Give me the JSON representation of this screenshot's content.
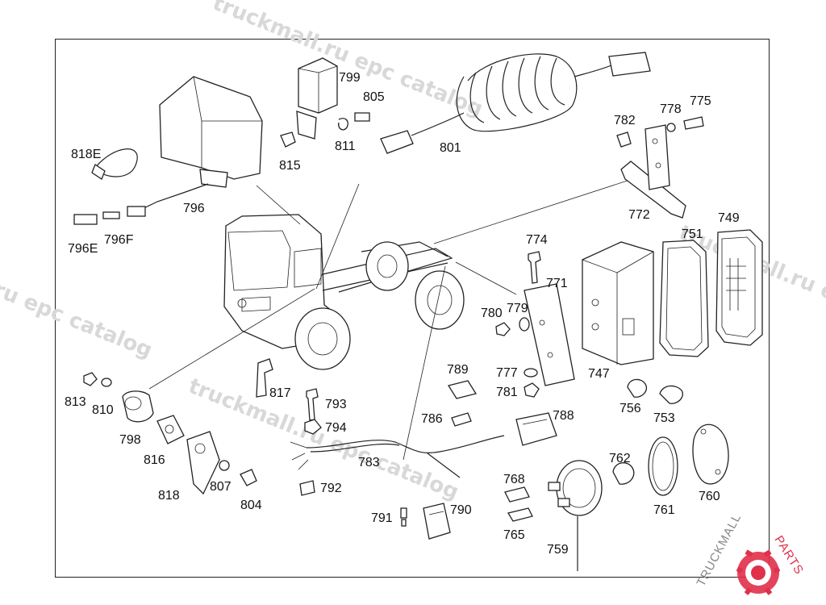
{
  "watermark": {
    "text_top": "truckmall.ru epc catalog",
    "text_mid": "truckmall.ru epc catalog",
    "text_left": "ru epc catalog",
    "text_right": "truckmall.ru e"
  },
  "logo": {
    "brand_a": "TRUCKMALL",
    "brand_b": "PARTS",
    "brand_color": "#e0304a"
  },
  "labels": {
    "p818E": "818E",
    "p796": "796",
    "p796E": "796E",
    "p796F": "796F",
    "p799": "799",
    "p805": "805",
    "p811": "811",
    "p815": "815",
    "p801": "801",
    "p782": "782",
    "p778": "778",
    "p775": "775",
    "p772": "772",
    "p749": "749",
    "p751": "751",
    "p774": "774",
    "p771": "771",
    "p780": "780",
    "p779": "779",
    "p747": "747",
    "p777": "777",
    "p781": "781",
    "p789": "789",
    "p786": "786",
    "p788": "788",
    "p756": "756",
    "p753": "753",
    "p813": "813",
    "p810": "810",
    "p817": "817",
    "p793": "793",
    "p794": "794",
    "p798": "798",
    "p816": "816",
    "p783": "783",
    "p792": "792",
    "p818": "818",
    "p807": "807",
    "p804": "804",
    "p768": "768",
    "p765": "765",
    "p762": "762",
    "p791": "791",
    "p790": "790",
    "p761": "761",
    "p760": "760",
    "p759": "759"
  }
}
